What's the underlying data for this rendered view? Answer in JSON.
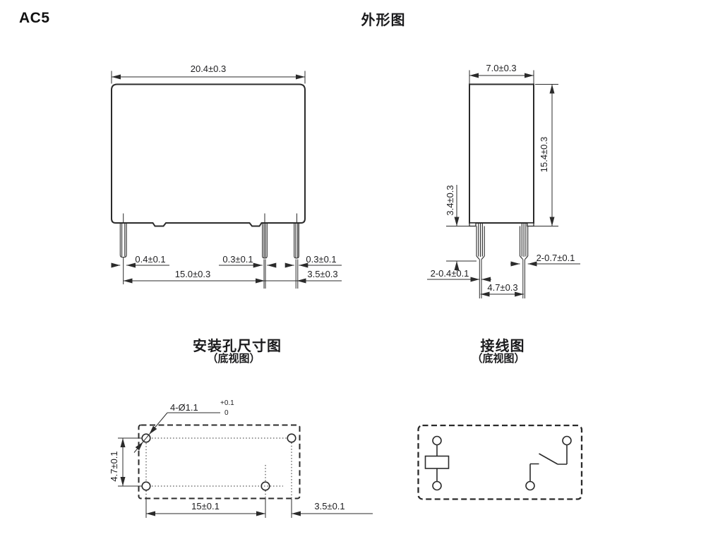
{
  "header": {
    "model": "AC5",
    "title": "外形图"
  },
  "front_view": {
    "width": "20.4±0.3",
    "pin1_width": "0.4±0.1",
    "pin2_width": "0.3±0.1",
    "pin3_width": "0.3±0.1",
    "pin_span": "15.0±0.3",
    "pin_offset": "3.5±0.3"
  },
  "side_view": {
    "depth": "7.0±0.3",
    "height": "15.4±0.3",
    "standoff": "3.4±0.3",
    "pin_thickness": "2-0.4±0.1",
    "pin_width": "2-0.7±0.1",
    "pin_pitch": "4.7±0.3"
  },
  "mounting_view": {
    "caption": "安装孔尺寸图",
    "subcaption": "（底视图）",
    "hole_label": "4-Ø1.1",
    "hole_tol_sup": "+0.1",
    "hole_tol_sub": "0",
    "row_pitch": "4.7±0.1",
    "col_span": "15±0.1",
    "col_offset": "3.5±0.1"
  },
  "wiring_view": {
    "caption": "接线图",
    "subcaption": "（底视图）"
  }
}
